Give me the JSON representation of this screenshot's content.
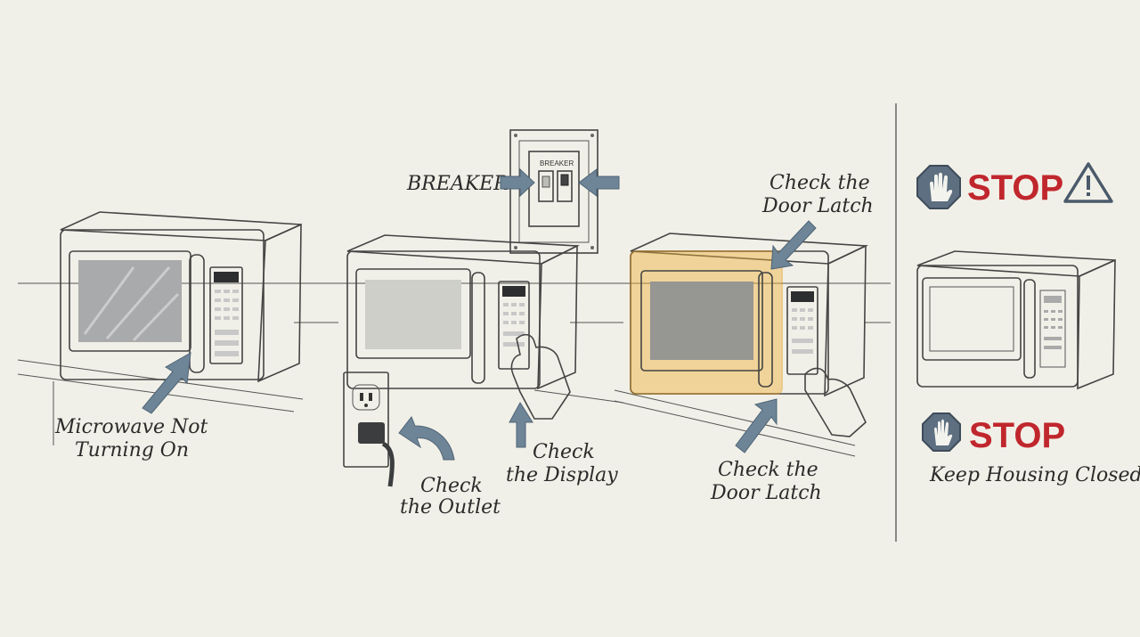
{
  "labels": {
    "not_turning_on_1": "Microwave Not",
    "not_turning_on_2": "Turning On",
    "breaker": "BREAKER",
    "breaker_box": "BREAKER",
    "check_outlet_1": "Check",
    "check_outlet_2": "the Outlet",
    "check_display_1": "Check",
    "check_display_2": "the Display",
    "latch_top_1": "Check the",
    "latch_top_2": "Door Latch",
    "latch_bottom_1": "Check the",
    "latch_bottom_2": "Door Latch",
    "stop_top": "STOP",
    "stop_bottom": "STOP",
    "keep_closed": "Keep Housing Closed"
  },
  "colors": {
    "background": "#f1f0e8",
    "arrow": "#6e8497",
    "stop_red": "#c0272d",
    "stop_sign": "#5d6f80",
    "latch_highlight": "#f0b23a",
    "warning_triangle": "#4a5a6a"
  },
  "icons": [
    "stop-hand-icon",
    "warning-triangle-icon",
    "power-plug-icon",
    "pointing-hand-icon"
  ]
}
